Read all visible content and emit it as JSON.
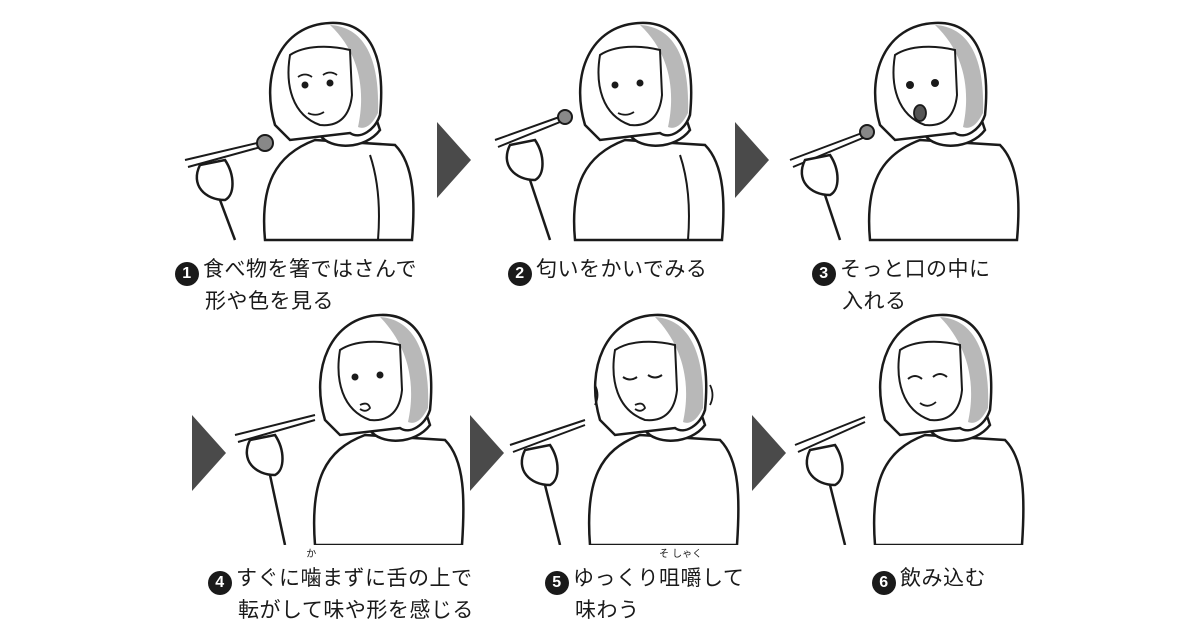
{
  "title": "Mindful eating steps illustration",
  "colors": {
    "arrow": "#4a4a4a",
    "number_badge": "#1a1a1a",
    "hair_shade": "#b8b8b8",
    "line": "#1a1a1a"
  },
  "steps": [
    {
      "number": "1",
      "line1": "食べ物を箸ではさんで",
      "line2": "形や色を見る",
      "expression": "looking-at-food"
    },
    {
      "number": "2",
      "line1": "匂いをかいでみる",
      "line2": "",
      "expression": "smelling"
    },
    {
      "number": "3",
      "line1": "そっと口の中に",
      "line2": "入れる",
      "expression": "mouth-open"
    },
    {
      "number": "4",
      "line1_pre": "すぐに",
      "line1_ruby_base": "噛",
      "line1_ruby_text": "か",
      "line1_post": "まずに舌の上で",
      "line2": "転がして味や形を感じる",
      "expression": "tasting"
    },
    {
      "number": "5",
      "line1_pre": "ゆっくり",
      "line1_ruby_base": "咀嚼",
      "line1_ruby_text": "そ しゃく",
      "line1_post": "して",
      "line2": "味わう",
      "expression": "chewing-eyes-closed"
    },
    {
      "number": "6",
      "line1": "飲み込む",
      "line2": "",
      "expression": "swallowing-smile"
    }
  ],
  "arrows": [
    "next-arrow",
    "next-arrow",
    "next-arrow",
    "next-arrow",
    "next-arrow"
  ]
}
